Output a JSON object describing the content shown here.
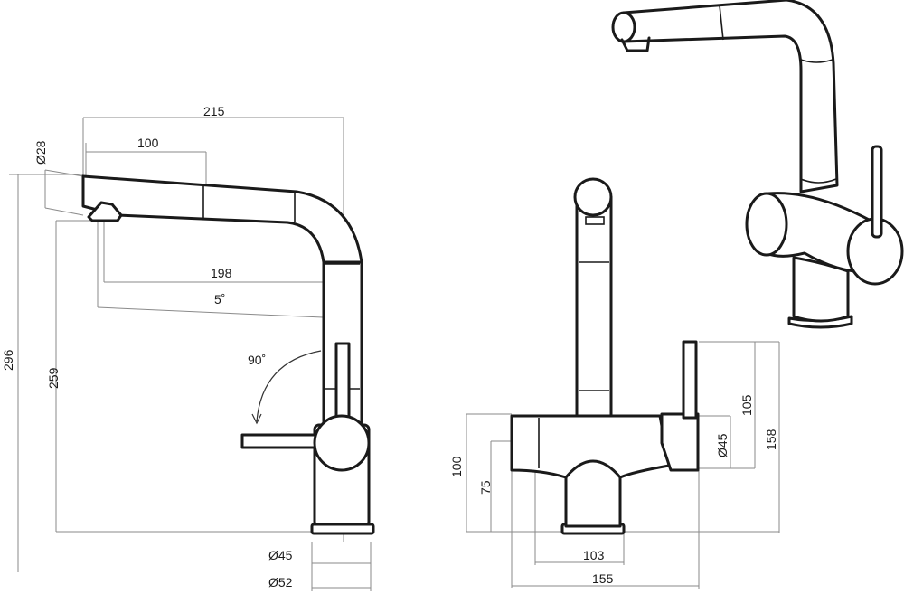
{
  "side_view": {
    "width": "215",
    "spout_diameter": "Ø28",
    "spray_length": "100",
    "reach": "198",
    "angle": "5˚",
    "total_height": "296",
    "spout_height": "259",
    "lever_rotation": "90˚",
    "stem_diameter": "Ø45",
    "base_diameter": "Ø52"
  },
  "front_view": {
    "body_height": "100",
    "inner_height": "75",
    "connection_diameter": "Ø45",
    "lever_height": "105",
    "total_height": "158",
    "base_width": "103",
    "total_width": "155"
  }
}
